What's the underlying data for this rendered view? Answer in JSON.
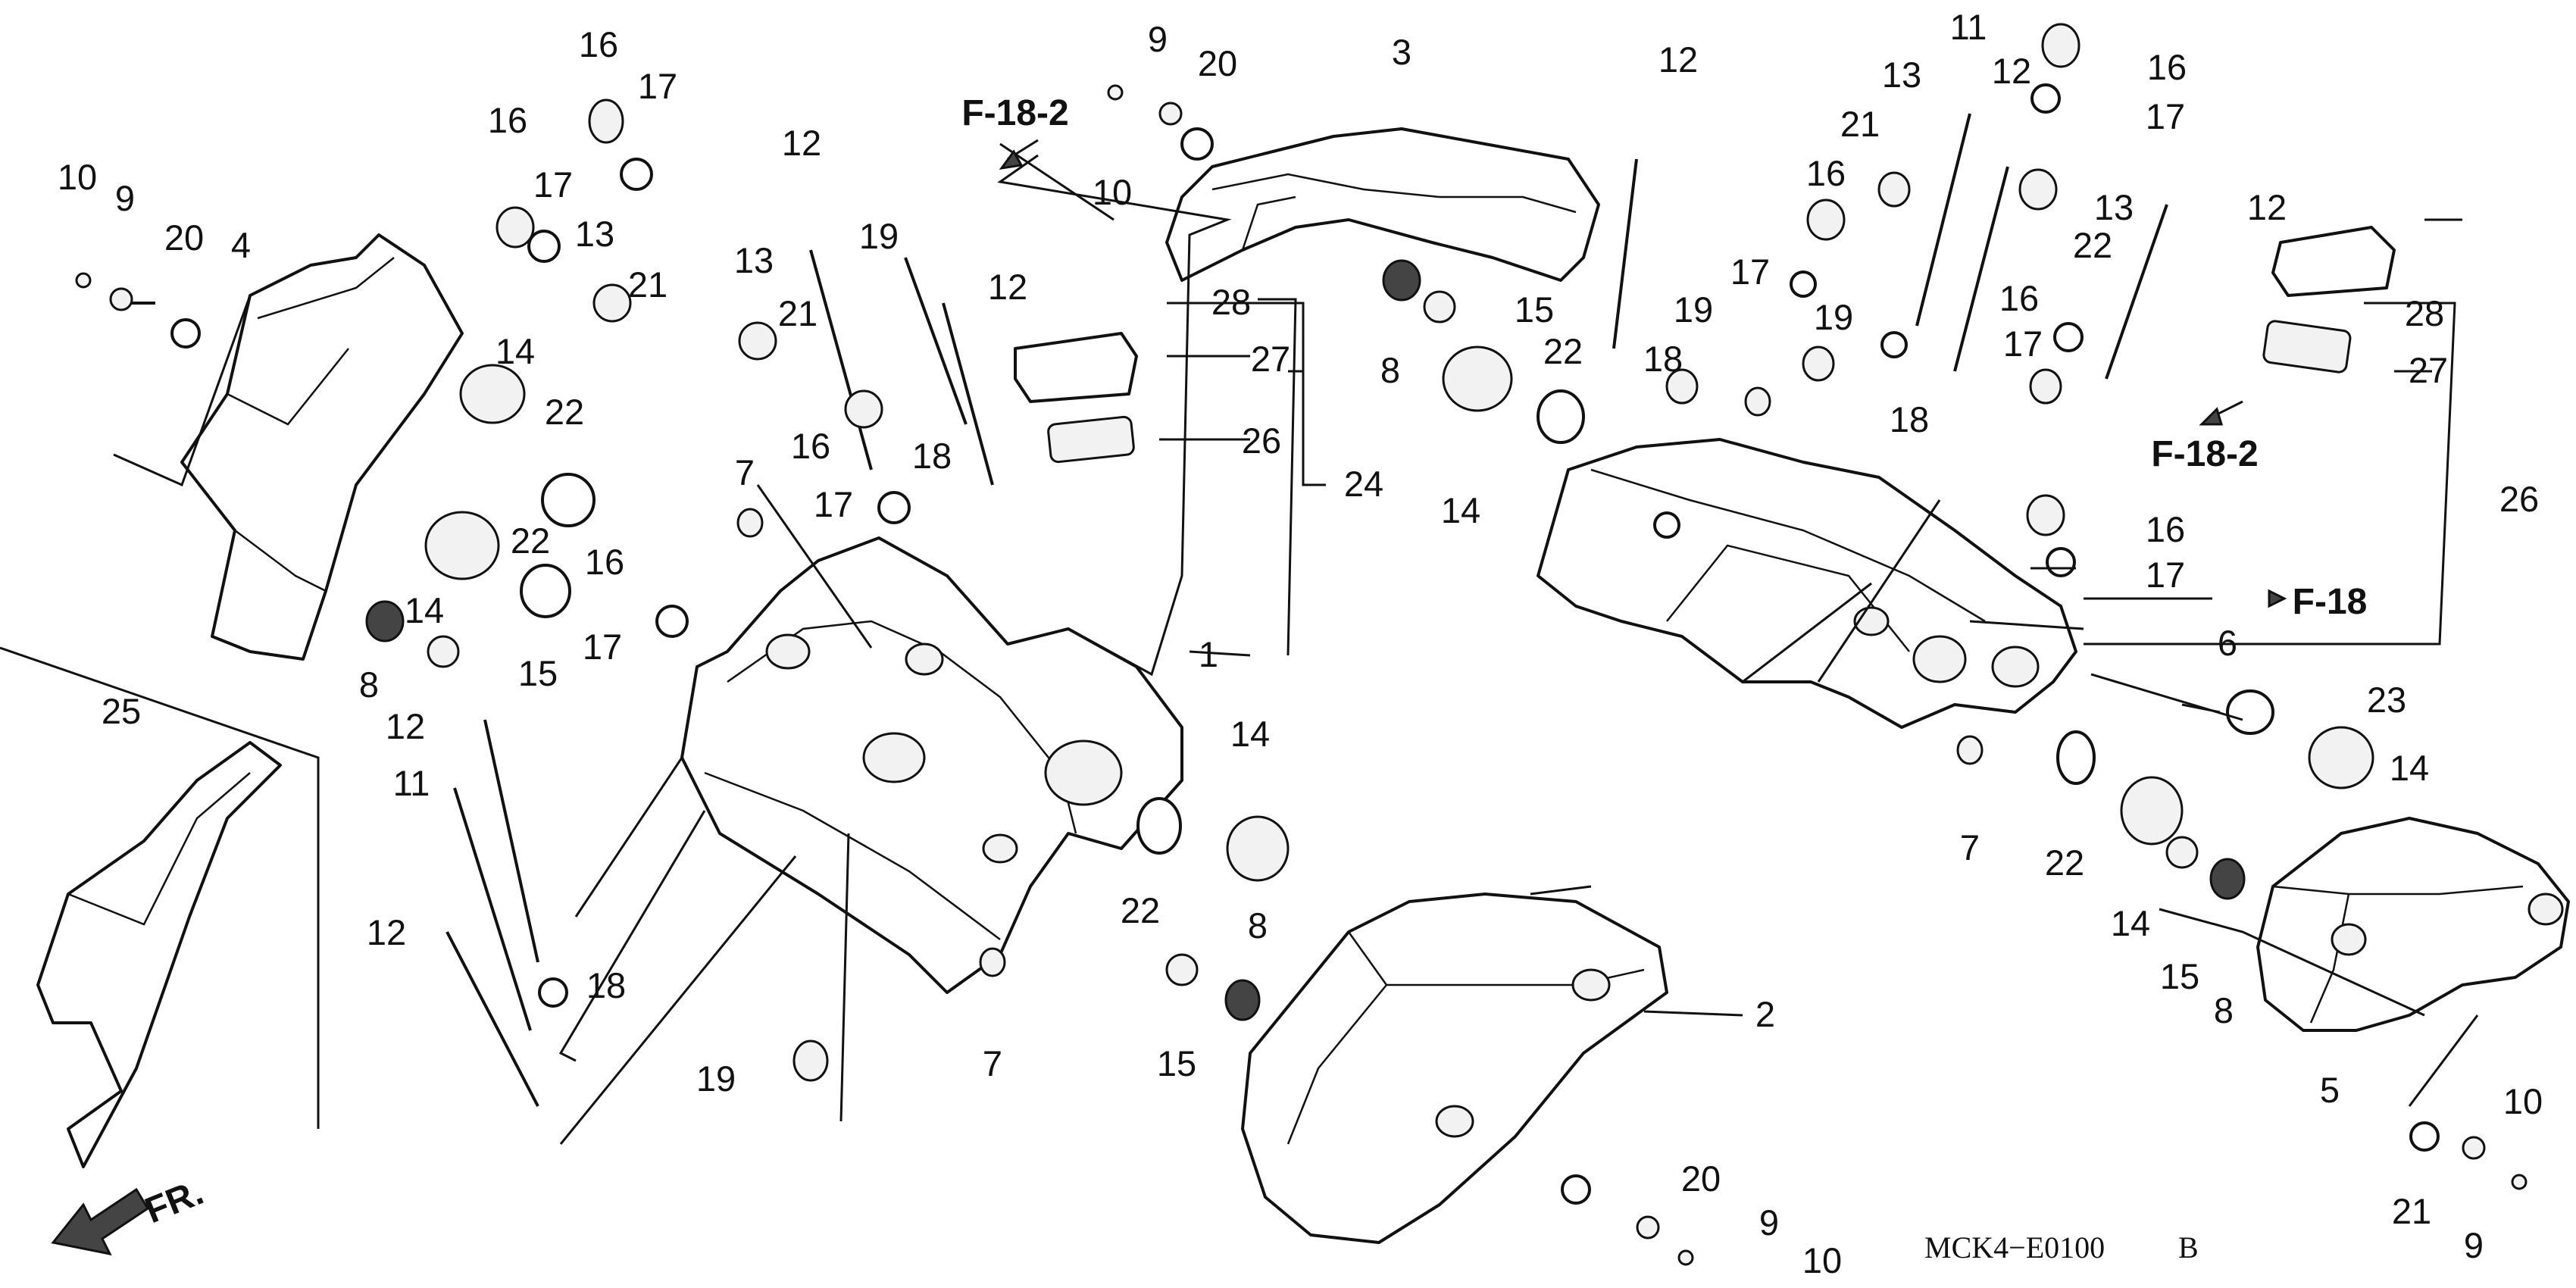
{
  "diagram": {
    "callouts": [
      "1",
      "2",
      "3",
      "4",
      "5",
      "6",
      "7",
      "7",
      "7",
      "8",
      "8",
      "8",
      "8",
      "9",
      "9",
      "9",
      "9",
      "10",
      "10",
      "10",
      "10",
      "11",
      "11",
      "12",
      "12",
      "12",
      "12",
      "12",
      "12",
      "12",
      "12",
      "13",
      "13",
      "13",
      "13",
      "14",
      "14",
      "14",
      "14",
      "14",
      "14",
      "15",
      "15",
      "15",
      "15",
      "16",
      "16",
      "16",
      "16",
      "16",
      "16",
      "16",
      "16",
      "17",
      "17",
      "17",
      "17",
      "17",
      "17",
      "17",
      "17",
      "18",
      "18",
      "18",
      "18",
      "19",
      "19",
      "19",
      "20",
      "20",
      "20",
      "20",
      "21",
      "21",
      "21",
      "21",
      "22",
      "22",
      "22",
      "22",
      "22",
      "22",
      "23",
      "24",
      "25",
      "26",
      "26",
      "27",
      "27",
      "28",
      "28"
    ],
    "refs": [
      "F-18-2",
      "F-18-2",
      "F-18"
    ],
    "front_label": "FR.",
    "part_code": "MCK4−E0100",
    "part_code_suffix": "B"
  }
}
